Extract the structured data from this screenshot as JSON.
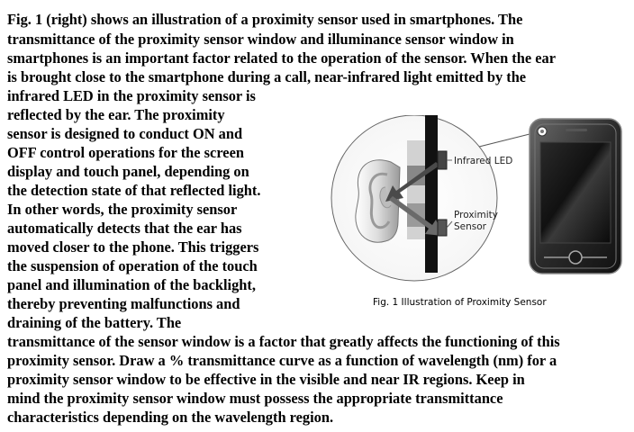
{
  "text_lines": [
    "Fig. 1 (right) shows an illustration of a proximity sensor used in smartphones. The",
    "transmittance of the proximity sensor window and illuminance sensor window in",
    "smartphones is an important factor related to the operation of the sensor. When the ear",
    "is brought close to the smartphone during a call, near-infrared light emitted by the",
    "infrared LED in the proximity sensor is",
    "reflected by the ear. The proximity",
    "sensor is designed to conduct ON and",
    "OFF control operations for the screen",
    "display and touch panel, depending on",
    "the detection state of that reflected light.",
    "In other words, the proximity sensor",
    "automatically detects that the ear has",
    "moved closer to the phone. This triggers",
    "the suspension of operation of the touch",
    "panel and illumination of the backlight,",
    "thereby preventing malfunctions and",
    "draining of the battery. The",
    "transmittance of the sensor window is a factor that greatly affects the functioning of this",
    "proximity sensor. Draw a % transmittance curve as a function of wavelength (nm) for a",
    "proximity sensor window to be effective in the visible and near IR regions.  Keep in",
    "mind the proximity sensor window must possess the appropriate transmittance",
    "characteristics depending on the wavelength region."
  ],
  "figure": {
    "label_infrared": "Infrared LED",
    "label_proximity_1": "Proximity",
    "label_proximity_2": "Sensor",
    "caption": "Fig. 1  Illustration of Proximity Sensor"
  }
}
